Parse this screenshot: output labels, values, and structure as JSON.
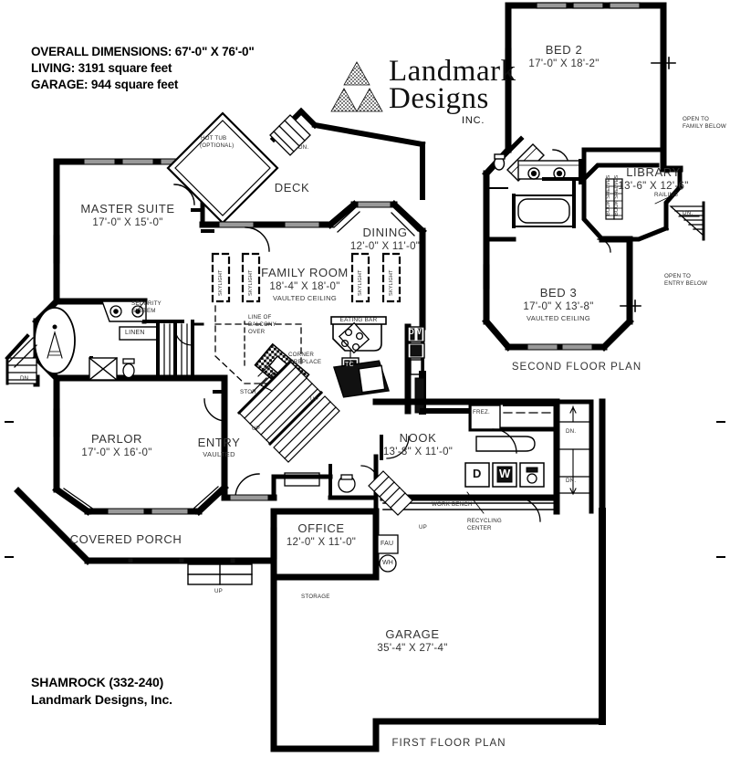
{
  "header": {
    "overall_dimensions": "OVERALL DIMENSIONS: 67'-0\" X 76'-0\"",
    "living": "LIVING: 3191 square feet",
    "garage": "GARAGE: 944 square feet"
  },
  "logo": {
    "word1": "Landmark",
    "word2": "Designs",
    "word3": "INC.",
    "mark": "sierpinski-triangle"
  },
  "footer": {
    "plan_id": "SHAMROCK (332-240)",
    "company": "Landmark Designs, Inc."
  },
  "plans": {
    "first_floor_title": "FIRST FLOOR PLAN",
    "second_floor_title": "SECOND FLOOR PLAN"
  },
  "second_floor": {
    "rooms": [
      {
        "name": "BED 2",
        "dim": "17'-0\" X 18'-2\"",
        "note": ""
      },
      {
        "name": "LIBRARY",
        "dim": "13'-6\" X 12'-6\"",
        "note": ""
      },
      {
        "name": "BED 3",
        "dim": "17'-0\" X 13'-8\"",
        "note": "VAULTED CEILING"
      }
    ],
    "annotations": {
      "open_family": "OPEN TO\nFAMILY BELOW",
      "open_family_l1": "OPEN TO",
      "open_family_l2": "FAMILY BELOW",
      "open_entry_l1": "OPEN TO",
      "open_entry_l2": "ENTRY BELOW",
      "railing": "RAILING",
      "down": "DN.",
      "book_shelves_a": "BOOK SHELVES",
      "book_shelves_b": "BOOK SHELVES"
    }
  },
  "first_floor": {
    "rooms": [
      {
        "name": "MASTER SUITE",
        "dim": "17'-0\" X 15'-0\"",
        "note": ""
      },
      {
        "name": "DECK",
        "dim": "",
        "note": ""
      },
      {
        "name": "DINING",
        "dim": "12'-0\" X 11'-0\"",
        "note": ""
      },
      {
        "name": "FAMILY ROOM",
        "dim": "18'-4\" X 18'-0\"",
        "note": "VAULTED CEILING"
      },
      {
        "name": "PARLOR",
        "dim": "17'-0\" X 16'-0\"",
        "note": ""
      },
      {
        "name": "ENTRY",
        "dim": "",
        "note": "VAULTED"
      },
      {
        "name": "NOOK",
        "dim": "13'-8\" X 11'-0\"",
        "note": ""
      },
      {
        "name": "OFFICE",
        "dim": "12'-0\" X 11'-0\"",
        "note": ""
      },
      {
        "name": "GARAGE",
        "dim": "35'-4\" X 27'-4\"",
        "note": ""
      },
      {
        "name": "COVERED PORCH",
        "dim": "",
        "note": ""
      }
    ],
    "annotations": {
      "hot_tub_l1": "HOT TUB",
      "hot_tub_l2": "(OPTIONAL)",
      "deck_down": "DN.",
      "skylight": "SKYLIGHT",
      "security_l1": "SECURITY",
      "security_l2": "SYSTEM",
      "linen": "LINEN",
      "line_of_balcony_l1": "LINE OF",
      "line_of_balcony_l2": "BALCONY",
      "line_of_balcony_l3": "OVER",
      "corner_fireplace_l1": "CORNER",
      "corner_fireplace_l2": "FIREPLACE",
      "eating_bar": "EATING BAR",
      "storage_closet": "STOR.",
      "up": "UP",
      "down": "DN.",
      "freezer": "FREZ.",
      "work_bench": "WORK BENCH",
      "recycling_l1": "RECYCLING",
      "recycling_l2": "CENTER",
      "storage": "STORAGE",
      "fau": "FAU",
      "water_heater": "WH",
      "trash_compactor": "TC",
      "dishwasher": "DW",
      "dryer": "D",
      "washer": "W"
    }
  },
  "colors": {
    "wall": "#000000",
    "text": "#333333",
    "paper": "#ffffff"
  }
}
